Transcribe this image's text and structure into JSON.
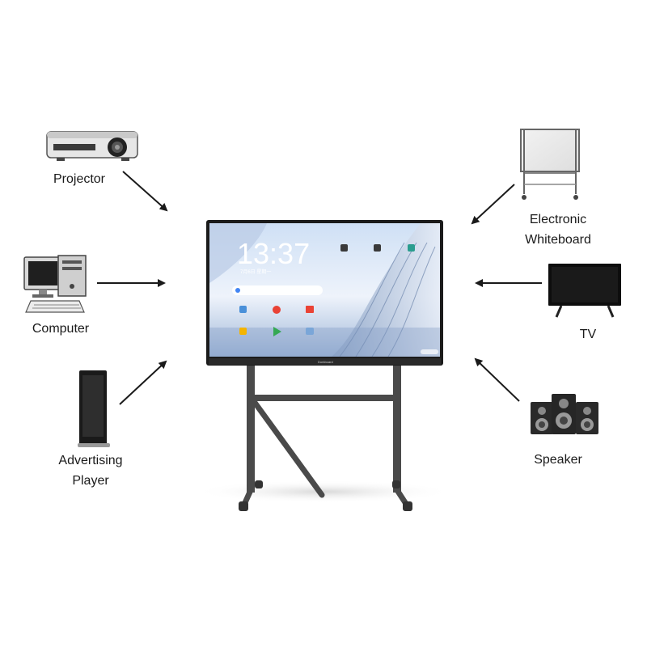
{
  "devices": {
    "projector": "Projector",
    "computer": "Computer",
    "advertising_player": [
      "Advertising",
      "Player"
    ],
    "electronic_whiteboard": [
      "Electronic",
      "Whiteboard"
    ],
    "tv": "TV",
    "speaker": "Speaker"
  },
  "center_display": {
    "clock": "13:37",
    "date": "7月6日 星期一",
    "brand": "Dorkboard"
  }
}
